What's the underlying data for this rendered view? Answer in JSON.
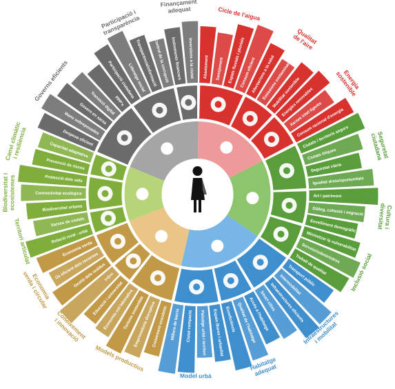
{
  "center": {
    "icon": "person-half-male-half-female-icon"
  },
  "categories": [
    {
      "key": "cicle_aigua",
      "label": [
        "Cicle de l'aigua"
      ],
      "color": "#d8322f",
      "inner": "#ef9a9a",
      "mid_icon": "water-drop-icon",
      "inner_icon": "house-heart-icon",
      "items": [
        "Abastament",
        "Sanejament",
        "Espais fluvials i pluvials",
        "Consum eficient"
      ]
    },
    {
      "key": "qualitat_aire",
      "label": [
        "Qualitat",
        "de l'aire"
      ],
      "color": "#d8322f",
      "inner": "#ef9a9a",
      "mid_icon": "bicycle-icon",
      "inner_icon": "",
      "items": [
        "Afectacions a la salut",
        "Emissions contaminants",
        "Mobilitat sostenible"
      ]
    },
    {
      "key": "energia",
      "label": [
        "Energia",
        "sostenible"
      ],
      "color": "#d8322f",
      "inner": "#ef9a9a",
      "mid_icon": "wind-turbine-icon",
      "inner_icon": "",
      "items": [
        "Energies renovables",
        "Xarxes intel·ligents",
        "Consum racional d'energia"
      ]
    },
    {
      "key": "seguretat",
      "label": [
        "Seguretat",
        "ciutadana"
      ],
      "color": "#5a9e3c",
      "inner": "#8dc56c",
      "mid_icon": "hands-care-icon",
      "inner_icon": "heart-outline-icon",
      "items": [
        "Ciutats i territoris segurs",
        "Ciutats ètiques",
        "Seguretat viària",
        "Igualtat drets/oportunitats"
      ]
    },
    {
      "key": "cultura",
      "label": [
        "Cultura i",
        "diversitat"
      ],
      "color": "#5a9e3c",
      "inner": "#8dc56c",
      "mid_icon": "columns-icon",
      "inner_icon": "",
      "items": [
        "Art i patrimoni",
        "Diàleg, cohesió i migració",
        "Envelliment demogràfic"
      ]
    },
    {
      "key": "inclusio",
      "label": [
        "Inclusió social"
      ],
      "color": "#5a9e3c",
      "inner": "#8dc56c",
      "mid_icon": "handshake-icon",
      "inner_icon": "",
      "items": [
        "Minimitzar la vulnerabilitat",
        "Serveis/subministres",
        "Treball de qualitat"
      ]
    },
    {
      "key": "infraestructures",
      "label": [
        "Infraestructures",
        "i mobilitat"
      ],
      "color": "#3f8fcf",
      "inner": "#77b6e6",
      "mid_icon": "power-plug-icon",
      "inner_icon": "wifi-van-icon",
      "items": [
        "Transport públic",
        "Intermodalitat",
        "Infraestructures eficients",
        "Smart cities"
      ]
    },
    {
      "key": "habitatge",
      "label": [
        "Habitatge",
        "adequat"
      ],
      "color": "#3f8fcf",
      "inner": "#77b6e6",
      "mid_icon": "house-icon",
      "inner_icon": "",
      "items": [
        "Accés a l'habitatge",
        "Qualitat de l'habitatge",
        "Ecoeficiència"
      ]
    },
    {
      "key": "model_urba",
      "label": [
        "Model urbà"
      ],
      "color": "#3f8fcf",
      "inner": "#77b6e6",
      "mid_icon": "buildings-icon",
      "inner_icon": "",
      "items": [
        "Espais lliures i urbanitat",
        "Paisatge urbà i territori",
        "Ciutat compacta",
        "Millora de barris"
      ]
    },
    {
      "key": "models_productius",
      "label": [
        "Models productius"
      ],
      "color": "#c29a47",
      "inner": "#eac585",
      "mid_icon": "factory-icon",
      "inner_icon": "mountain-icon",
      "items": [
        "Creixement econòmic",
        "Emprenedoria disruptiva",
        "Turisme sostenible",
        "Economia col·laborativa"
      ]
    },
    {
      "key": "coneixement",
      "label": [
        "Coneixement",
        "i innovació"
      ],
      "color": "#c29a47",
      "inner": "#eac585",
      "mid_icon": "lightbulb-icon",
      "inner_icon": "",
      "items": [
        "Educació i universitat",
        "I+D+i"
      ]
    },
    {
      "key": "economia",
      "label": [
        "Economia",
        "verda i circular"
      ],
      "color": "#c29a47",
      "inner": "#eac585",
      "mid_icon": "recycle-icon",
      "inner_icon": "",
      "items": [
        "Gestió dels residus",
        "Ús eficient dels recursos",
        "Economia verda"
      ]
    },
    {
      "key": "territori",
      "label": [
        "Territori articulat"
      ],
      "color": "#7fae3c",
      "inner": "#b6d579",
      "mid_icon": "arrows-icon",
      "inner_icon": "location-pin-icon",
      "items": [
        "Relació rural - urbà",
        "Xarxes de ciutats"
      ]
    },
    {
      "key": "biodiversitat",
      "label": [
        "Biodiversitat i",
        "ecosistemes"
      ],
      "color": "#7fae3c",
      "inner": "#b6d579",
      "mid_icon": "leaf-icon",
      "inner_icon": "",
      "items": [
        "Biodiversitat urbana",
        "Connectivitat ecològica",
        "Protecció dels sòls"
      ]
    },
    {
      "key": "canvi_climatic",
      "label": [
        "Canvi climàtic",
        "i resiliència"
      ],
      "color": "#7fae3c",
      "inner": "#b6d579",
      "mid_icon": "thermometer-icon",
      "inner_icon": "",
      "items": [
        "Prevenció de riscos",
        "Capacitat adaptativa"
      ]
    },
    {
      "key": "governs",
      "label": [
        "Governs eficients"
      ],
      "color": "#6b6b6b",
      "inner": "#a5a5a5",
      "mid_icon": "wifi-signal-icon",
      "inner_icon": "town-hall-icon",
      "items": [
        "Despesa eficient",
        "Mans sobreposades",
        "Govern en xarxa",
        "Transició digital",
        "PPP's"
      ]
    },
    {
      "key": "participacio",
      "label": [
        "Participació i",
        "transparència"
      ],
      "color": "#6b6b6b",
      "inner": "#a5a5a5",
      "mid_icon": "speech-bubbles-icon",
      "inner_icon": "",
      "items": [
        "Participació ciutadana",
        "Lideratge social",
        "Transparència/informació",
        "Control de la corrupció"
      ]
    },
    {
      "key": "financament",
      "label": [
        "Finançament",
        "adequat"
      ],
      "color": "#6b6b6b",
      "inner": "#a5a5a5",
      "mid_icon": "coins-icon",
      "inner_icon": "",
      "items": [
        "Instruments financers",
        "Inversions a la ciutat"
      ]
    }
  ],
  "layout_order": [
    "financament_tail",
    "cicle_aigua",
    "qualitat_aire",
    "energia",
    "seguretat",
    "cultura",
    "inclusio",
    "infraestructures",
    "habitatge",
    "model_urba",
    "models_productius",
    "coneixement",
    "economia",
    "territori",
    "biodiversitat",
    "canvi_climatic",
    "governs",
    "participacio"
  ]
}
